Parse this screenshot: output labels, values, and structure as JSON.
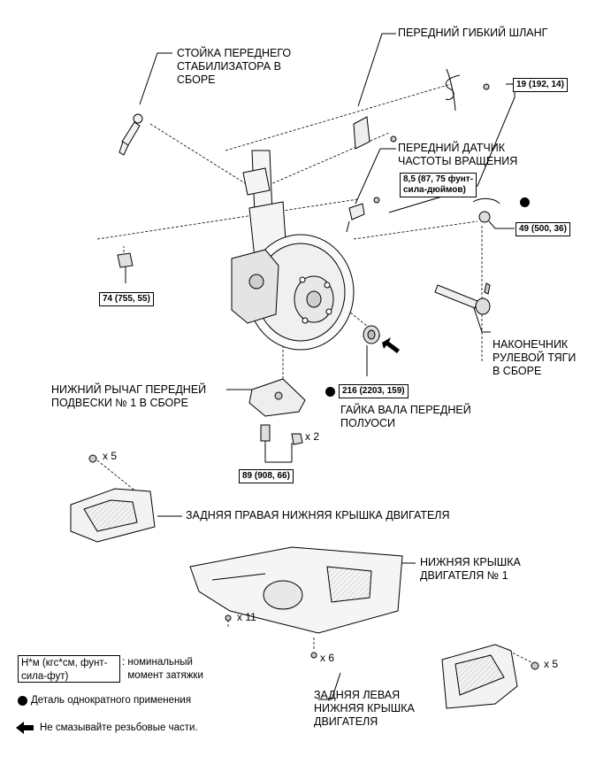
{
  "labels": {
    "stabilizer_link": "СТОЙКА ПЕРЕДНЕГО\nСТАБИЛИЗАТОРА В\nСБОРЕ",
    "front_flex_hose": "ПЕРЕДНИЙ ГИБКИЙ ШЛАНГ",
    "speed_sensor": "ПЕРЕДНИЙ ДАТЧИК\nЧАСТОТЫ ВРАЩЕНИЯ",
    "tie_rod_end": "НАКОНЕЧНИК\nРУЛЕВОЙ ТЯГИ\nВ СБОРЕ",
    "lower_arm": "НИЖНИЙ РЫЧАГ ПЕРЕДНЕЙ\nПОДВЕСКИ № 1 В СБОРЕ",
    "axle_nut": "ГАЙКА ВАЛА ПЕРЕДНЕЙ\nПОЛУОСИ",
    "rear_right_cover": "ЗАДНЯЯ ПРАВАЯ НИЖНЯЯ КРЫШКА ДВИГАТЕЛЯ",
    "engine_under_cover": "НИЖНЯЯ КРЫШКА\nДВИГАТЕЛЯ № 1",
    "rear_left_cover": "ЗАДНЯЯ ЛЕВАЯ\nНИЖНЯЯ КРЫШКА\nДВИГАТЕЛЯ"
  },
  "torques": {
    "t19": "19 (192, 14)",
    "t85": "8,5 (87, 75 фунт-\nсила-дюймов)",
    "t49": "49 (500, 36)",
    "t74": "74 (755, 55)",
    "t216": "216 (2203, 159)",
    "t89": "89 (908, 66)"
  },
  "quantities": {
    "q_nut_x2": "x 2",
    "q_rr_x5": "x 5",
    "q_cover_x11": "x 11",
    "q_cover_x6": "x 6",
    "q_rl_x5": "x 5"
  },
  "legend": {
    "unit_box": "Н*м (кгс*см, фунт-\nсила-фут)",
    "unit_desc": ": номинальный\n  момент затяжки",
    "nonreusable": "Деталь однократного применения",
    "no_lube": "Не смазывайте резьбовые части."
  },
  "colors": {
    "line": "#000000",
    "part_fill": "#f2f2f2",
    "shade": "#cfcfcf"
  },
  "icons": [
    "non-reusable-dot-icon",
    "no-lubricate-arrow-icon"
  ]
}
